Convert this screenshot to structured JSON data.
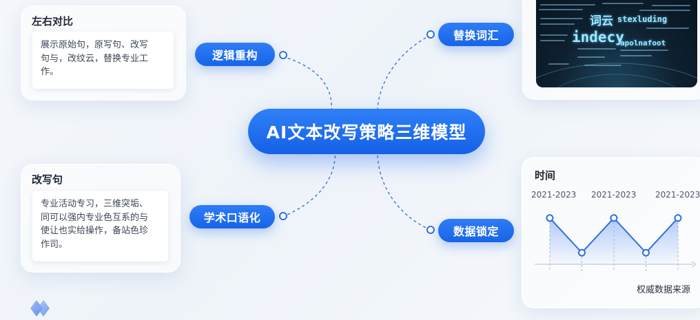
{
  "center": {
    "title": "AI文本改写策略三维模型"
  },
  "branches": {
    "logic": "逻辑重构",
    "academic": "学术口语化",
    "vocab": "替换词汇",
    "lock": "数据锁定"
  },
  "cards": {
    "compare": {
      "title": "左右对比",
      "lines": [
        "展示原始句，原写句、改写",
        "句与，改纹云，替换专业工",
        "作。"
      ]
    },
    "rewrite": {
      "title": "改写句",
      "lines": [
        "专业活动专习，三维突垢、",
        "同可以强内专业色互系的与",
        "使让也实给操作，备站色珍",
        "作司。"
      ]
    },
    "wordcloud": {
      "words": [
        "词云",
        "stexluding",
        "indecy",
        "apolnafoot"
      ]
    },
    "timeline": {
      "title": "时间",
      "caption": "权威数据来源"
    }
  },
  "chart_data": {
    "type": "line",
    "title": "时间",
    "x_tick_labels": [
      "2021-2023",
      "2021-2023",
      "2021-2023"
    ],
    "y_unit": "",
    "series": [
      {
        "values": [
          4,
          1,
          4,
          1,
          4
        ]
      }
    ],
    "ylim": [
      0,
      5
    ],
    "grid": false,
    "caption": "权威数据来源"
  },
  "colors": {
    "accent": "#1765e8",
    "line": "#2f6fe0",
    "text": "#1d2633"
  }
}
